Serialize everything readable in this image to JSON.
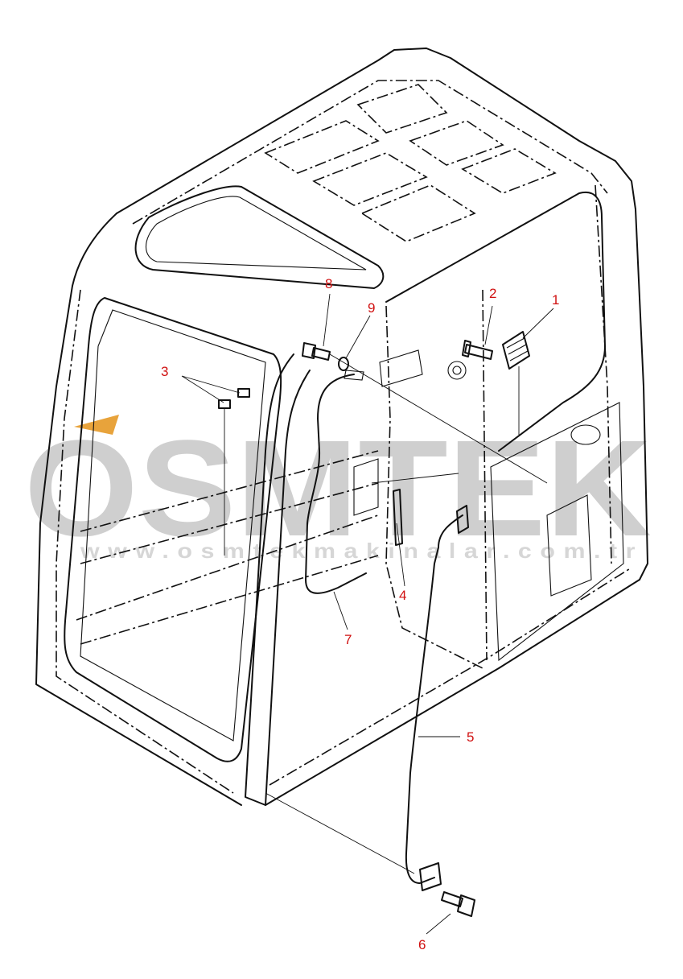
{
  "watermark": {
    "brand": "OSMTEK",
    "url": "www.osmtekmakinalar.com.tr"
  },
  "callouts": [
    {
      "id": "1",
      "label": "1"
    },
    {
      "id": "2",
      "label": "2"
    },
    {
      "id": "3",
      "label": "3"
    },
    {
      "id": "4",
      "label": "4"
    },
    {
      "id": "5",
      "label": "5"
    },
    {
      "id": "6",
      "label": "6"
    },
    {
      "id": "7",
      "label": "7"
    },
    {
      "id": "8",
      "label": "8"
    },
    {
      "id": "9",
      "label": "9"
    }
  ],
  "colors": {
    "line": "#111111",
    "callout": "#d01010",
    "watermark": "#cfcfcf",
    "accent": "#e8a33b"
  }
}
